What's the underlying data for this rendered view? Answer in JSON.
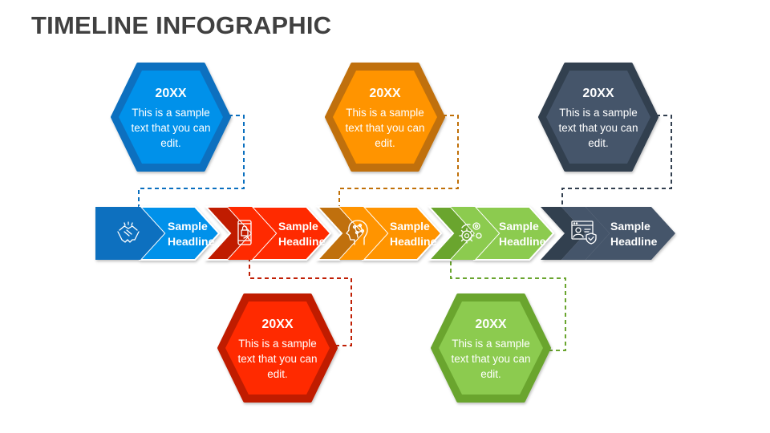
{
  "title": "TIMELINE INFOGRAPHIC",
  "colors": {
    "blue": "#0091EA",
    "blue_dark": "#0A6FBF",
    "red": "#FF2A00",
    "red_dark": "#C01F05",
    "orange": "#FF9400",
    "orange_dark": "#C07008",
    "green": "#8CCB4F",
    "green_dark": "#6AA52F",
    "slate": "#44546A",
    "slate_dark": "#323F4F"
  },
  "segments": [
    {
      "label_line1": "Sample",
      "label_line2": "Headline",
      "icon": "handshake-icon"
    },
    {
      "label_line1": "Sample",
      "label_line2": "Headline",
      "icon": "mobile-security-icon"
    },
    {
      "label_line1": "Sample",
      "label_line2": "Headline",
      "icon": "brain-head-icon"
    },
    {
      "label_line1": "Sample",
      "label_line2": "Headline",
      "icon": "gears-icon"
    },
    {
      "label_line1": "Sample",
      "label_line2": "Headline",
      "icon": "user-shield-window-icon"
    }
  ],
  "milestones": [
    {
      "year": "20XX",
      "text": "This is a sample text that you can edit.",
      "position": "top",
      "color": "blue"
    },
    {
      "year": "20XX",
      "text": "This is a sample text that you can edit.",
      "position": "bottom",
      "color": "red"
    },
    {
      "year": "20XX",
      "text": "This is a sample text that you can edit.",
      "position": "top",
      "color": "orange"
    },
    {
      "year": "20XX",
      "text": "This is a sample text that you can edit.",
      "position": "bottom",
      "color": "green"
    },
    {
      "year": "20XX",
      "text": "This is a sample text that you can edit.",
      "position": "top",
      "color": "slate"
    }
  ]
}
